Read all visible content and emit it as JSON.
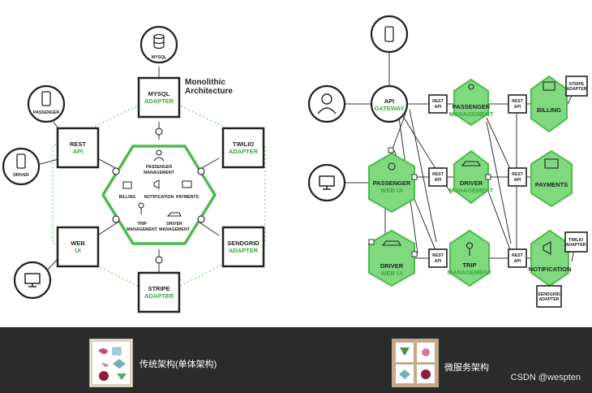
{
  "monolith": {
    "title_line1": "Monolithic",
    "title_line2": "Architecture",
    "mysql_label": "MYSQL",
    "adapters": {
      "mysql": [
        "MYSQL",
        "ADAPTER"
      ],
      "rest": [
        "REST",
        "API"
      ],
      "twilio": [
        "TWILIO",
        "ADAPTER"
      ],
      "web": [
        "WEB",
        "UI"
      ],
      "sendgrid": [
        "SENDGRID",
        "ADAPTER"
      ],
      "stripe": [
        "STRIPE",
        "ADAPTER"
      ]
    },
    "clients": {
      "passenger": "PASSENGER",
      "driver": "DRIVER"
    },
    "modules": {
      "passenger_management": [
        "PASSENGER",
        "MANAGEMENT"
      ],
      "billing": "BILLING",
      "notification": "NOTIFICATION",
      "payments": "PAYMENTS",
      "trip_management": [
        "TRIP",
        "MANAGEMENT"
      ],
      "driver_management": [
        "DRIVER",
        "MANAGEMENT"
      ]
    }
  },
  "microservices": {
    "api_gateway": [
      "API",
      "GATEWAY"
    ],
    "rest_api": [
      "REST",
      "API"
    ],
    "services": {
      "passenger_management": [
        "PASSENGER",
        "MANAGEMENT"
      ],
      "passenger_web_ui": [
        "PASSENGER",
        "WEB UI"
      ],
      "driver_management": [
        "DRIVER",
        "MANAGEMENT"
      ],
      "driver_web_ui": [
        "DRIVER",
        "WEB UI"
      ],
      "trip_management": [
        "TRIP",
        "MANAGEMENT"
      ],
      "billing": "BILLING",
      "payments": "PAYMENTS",
      "notification": "NOTIFICATION"
    },
    "adapters": {
      "stripe": [
        "STRIPE",
        "ADAPTER"
      ],
      "twilio": [
        "TWILIO",
        "ADAPTER"
      ],
      "sendgrid": [
        "SENDGRID",
        "ADAPTER"
      ]
    }
  },
  "captions": {
    "left": "传统架构(单体架构)",
    "right": "微服务架构"
  },
  "watermark": "CSDN @wespten",
  "colors": {
    "green": "#4cbb4c",
    "green_fill": "#7fd97f",
    "dark": "#222222",
    "bar": "#2b2b2b"
  }
}
